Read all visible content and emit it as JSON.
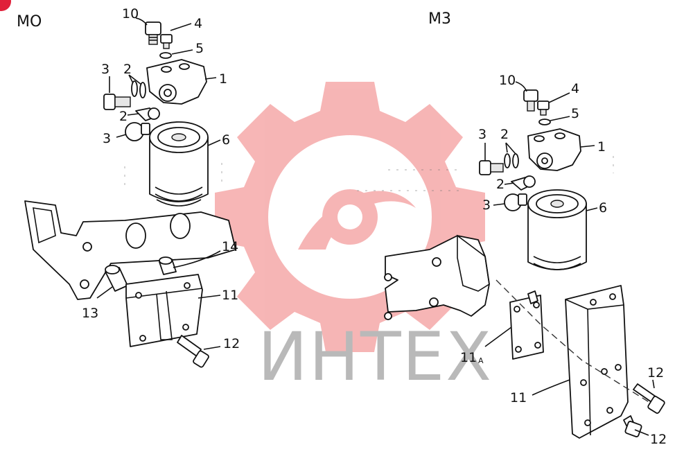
{
  "titles": {
    "left": "MO",
    "right": "M3"
  },
  "watermark": {
    "text": "ИНТЕХ",
    "color": "#f07a7a"
  },
  "callouts_left": {
    "c10": "10",
    "c4": "4",
    "c5": "5",
    "c3a": "3",
    "c2a": "2",
    "c1": "1",
    "c2b": "2",
    "c3b": "3",
    "c6": "6",
    "c14": "14",
    "c11": "11",
    "c13": "13",
    "c12": "12"
  },
  "callouts_right": {
    "c10": "10",
    "c4": "4",
    "c5": "5",
    "c3a": "3",
    "c2a": "2",
    "c1": "1",
    "c2b": "2",
    "c3b": "3",
    "c6": "6",
    "c11a": "11",
    "c11a_sub": "A",
    "c11": "11",
    "c12a": "12",
    "c12b": "12"
  }
}
